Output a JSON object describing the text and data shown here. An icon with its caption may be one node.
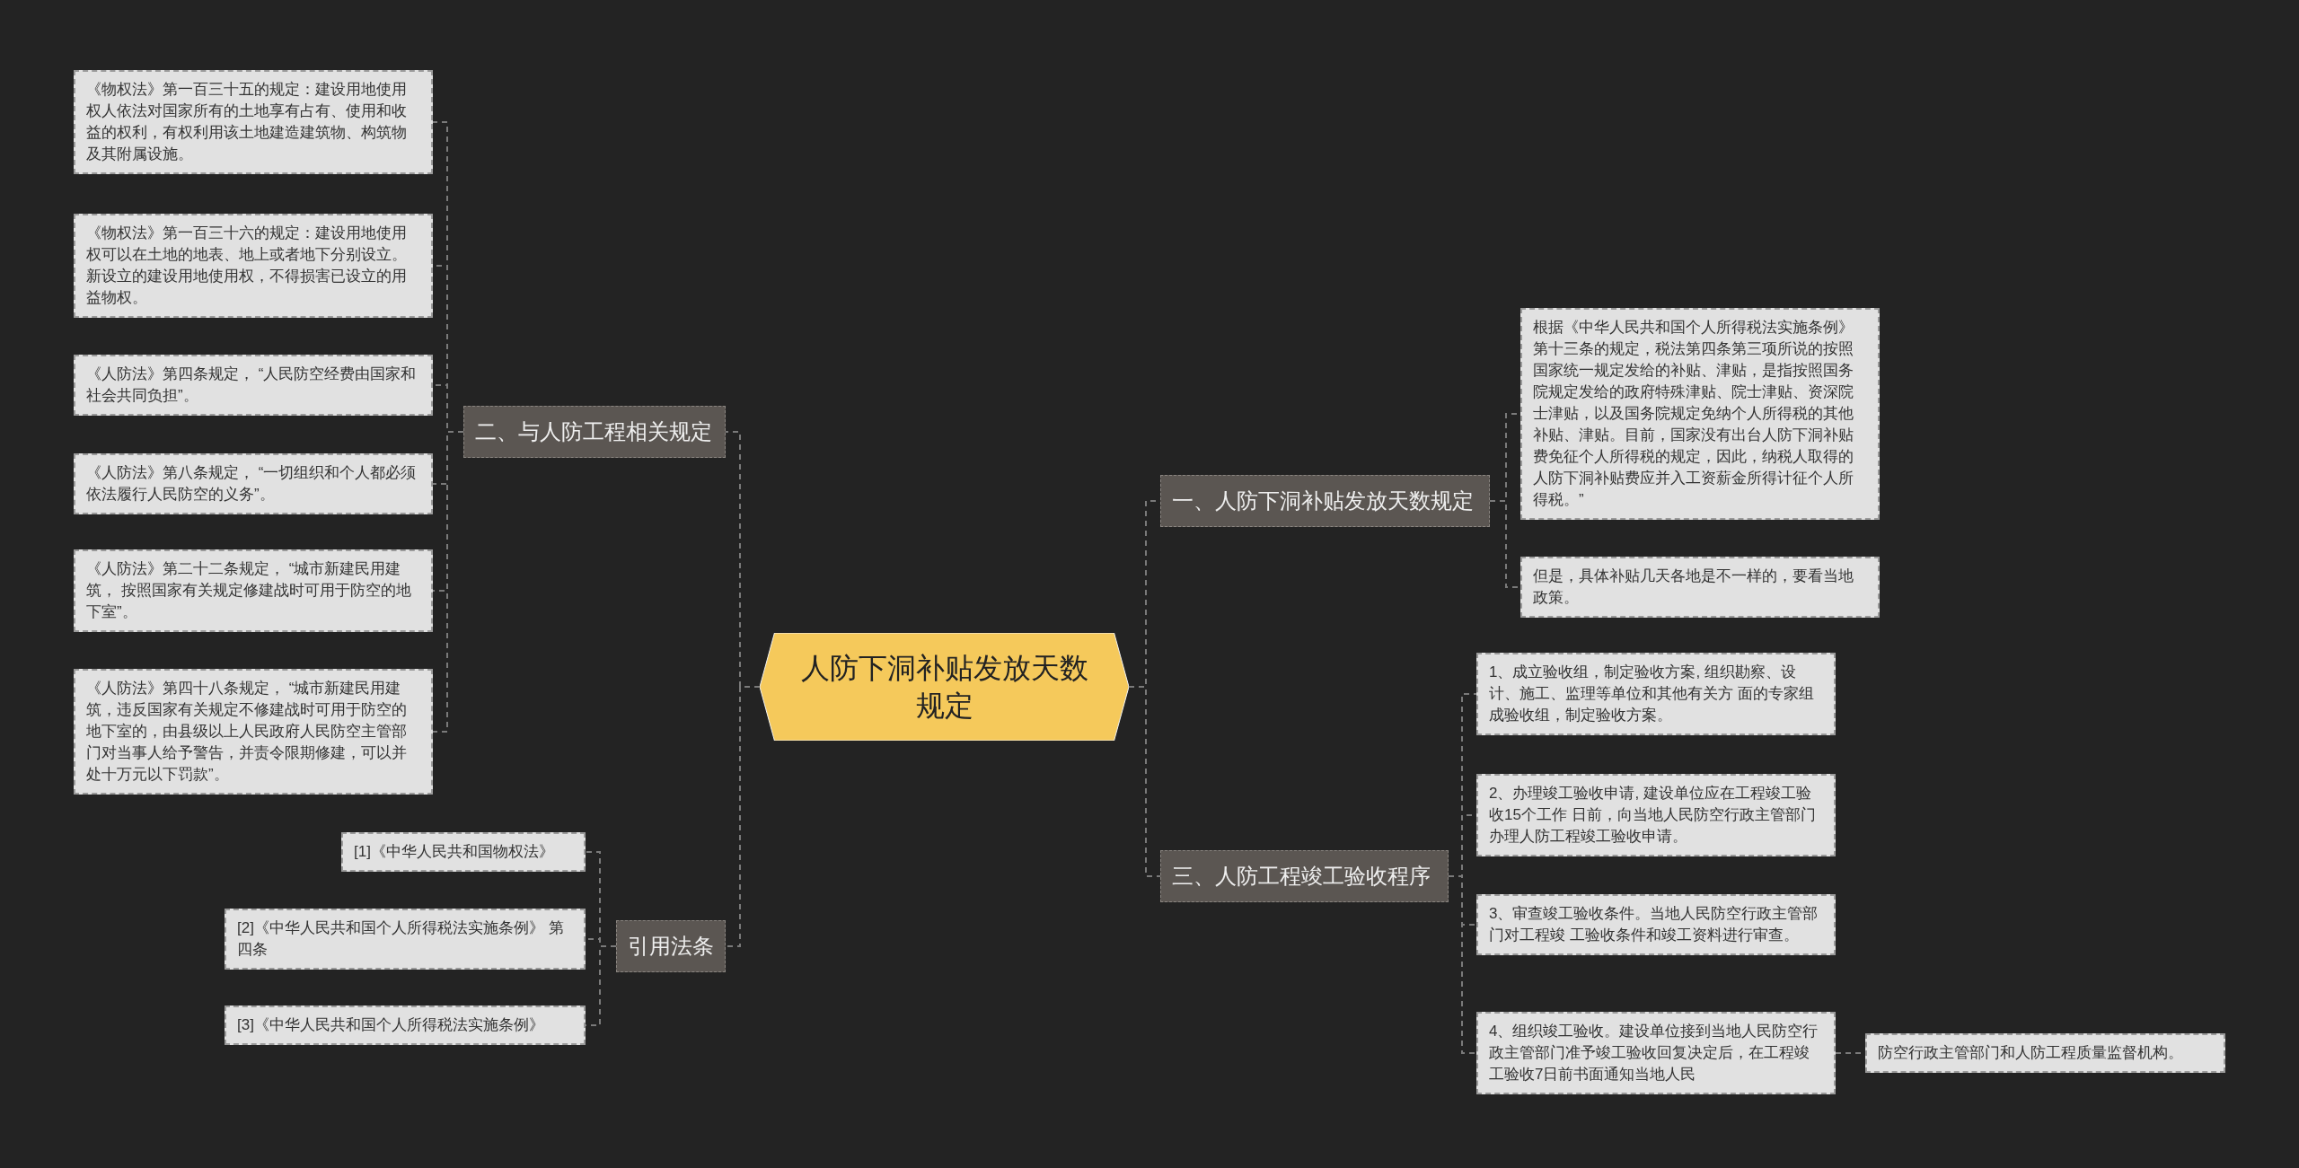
{
  "diagram": {
    "nodes": [
      {
        "text": [
          "人防下洞补贴发放天数规定"
        ]
      },
      {
        "text": [
          "二、与人防工程相关规定"
        ]
      },
      {
        "text": [
          "《物权法》第一百三十五的规定：建设用地使用权人依法对国家所有的土地享有占有、使用和收益的权利，有权利用该土地建造建筑物、构筑物及其附属设施。"
        ]
      },
      {
        "text": [
          "《物权法》第一百三十六的规定：建设用地使用权可以在土地的地表、地上或者地下分别设立。新设立的建设用地使用权，不得损害已设立的用益物权。"
        ]
      },
      {
        "text": [
          "《人防法》第四条规定， “人民防空经费由国家和社会共同负担”。"
        ]
      },
      {
        "text": [
          "《人防法》第八条规定， “一切组织和个人都必须依法履行人民防空的义务”。"
        ]
      },
      {
        "text": [
          "《人防法》第二十二条规定， “城市新建民用建筑， 按照国家有关规定修建战时可用于防空的地下室”。"
        ]
      },
      {
        "text": [
          "《人防法》第四十八条规定， “城市新建民用建筑，违反国家有关规定不修建战时可用于防空的地下室的，由县级以上人民政府人民防空主管部门对当事人给予警告，并责令限期修建，可以并处十万元以下罚款”。"
        ]
      },
      {
        "text": [
          "引用法条"
        ]
      },
      {
        "text": [
          "[1]《中华人民共和国物权法》"
        ]
      },
      {
        "text": [
          "[2]《中华人民共和国个人所得税法实施条例》 第四条"
        ]
      },
      {
        "text": [
          "[3]《中华人民共和国个人所得税法实施条例》"
        ]
      },
      {
        "text": [
          "一、人防下洞补贴发放天数规定"
        ]
      },
      {
        "text": [
          "根据《中华人民共和国个人所得税法实施条例》第十三条的规定，税法第四条第三项所说的按照国家统一规定发给的补贴、津贴，是指按照国务院规定发给的政府特殊津贴、院士津贴、资深院士津贴，以及国务院规定免纳个人所得税的其他补贴、津贴。目前，国家没有出台人防下洞补贴费免征个人所得税的规定，因此，纳税人取得的人防下洞补贴费应并入工资薪金所得计征个人所得税。”"
        ]
      },
      {
        "text": [
          "但是，具体补贴几天各地是不一样的，要看当地政策。"
        ]
      },
      {
        "text": [
          "三、人防工程竣工验收程序"
        ]
      },
      {
        "text": [
          "1、成立验收组，制定验收方案, 组织勘察、设计、施工、监理等单位和其他有关方 面的专家组成验收组，制定验收方案。"
        ]
      },
      {
        "text": [
          "2、办理竣工验收申请, 建设单位应在工程竣工验收15个工作 日前，向当地人民防空行政主管部门办理人防工程竣工验收申请。"
        ]
      },
      {
        "text": [
          "3、审查竣工验收条件。当地人民防空行政主管部门对工程竣 工验收条件和竣工资料进行审查。"
        ]
      },
      {
        "text": [
          "4、组织竣工验收。建设单位接到当地人民防空行政主管部门准予竣工验收回复决定后，在工程竣工验收7日前书面通知当地人民"
        ]
      },
      {
        "text": [
          "防空行政主管部门和人防工程质量监督机构。"
        ]
      }
    ],
    "edges": [
      {
        "from": 0,
        "to": 1,
        "arrow": "none",
        "style": "dashed"
      },
      {
        "from": 1,
        "to": 2,
        "arrow": "none",
        "style": "dashed"
      },
      {
        "from": 1,
        "to": 3,
        "arrow": "none",
        "style": "dashed"
      },
      {
        "from": 1,
        "to": 4,
        "arrow": "none",
        "style": "dashed"
      },
      {
        "from": 1,
        "to": 5,
        "arrow": "none",
        "style": "dashed"
      },
      {
        "from": 1,
        "to": 6,
        "arrow": "none",
        "style": "dashed"
      },
      {
        "from": 1,
        "to": 7,
        "arrow": "none",
        "style": "dashed"
      },
      {
        "from": 0,
        "to": 8,
        "arrow": "none",
        "style": "dashed"
      },
      {
        "from": 8,
        "to": 9,
        "arrow": "none",
        "style": "dashed"
      },
      {
        "from": 8,
        "to": 10,
        "arrow": "none",
        "style": "dashed"
      },
      {
        "from": 8,
        "to": 11,
        "arrow": "none",
        "style": "dashed"
      },
      {
        "from": 0,
        "to": 12,
        "arrow": "none",
        "style": "dashed"
      },
      {
        "from": 12,
        "to": 13,
        "arrow": "none",
        "style": "dashed"
      },
      {
        "from": 12,
        "to": 14,
        "arrow": "none",
        "style": "dashed"
      },
      {
        "from": 0,
        "to": 15,
        "arrow": "none",
        "style": "dashed"
      },
      {
        "from": 15,
        "to": 16,
        "arrow": "none",
        "style": "dashed"
      },
      {
        "from": 15,
        "to": 17,
        "arrow": "none",
        "style": "dashed"
      },
      {
        "from": 15,
        "to": 18,
        "arrow": "none",
        "style": "dashed"
      },
      {
        "from": 15,
        "to": 19,
        "arrow": "none",
        "style": "dashed"
      },
      {
        "from": 19,
        "to": 20,
        "arrow": "none",
        "style": "dashed"
      }
    ]
  }
}
